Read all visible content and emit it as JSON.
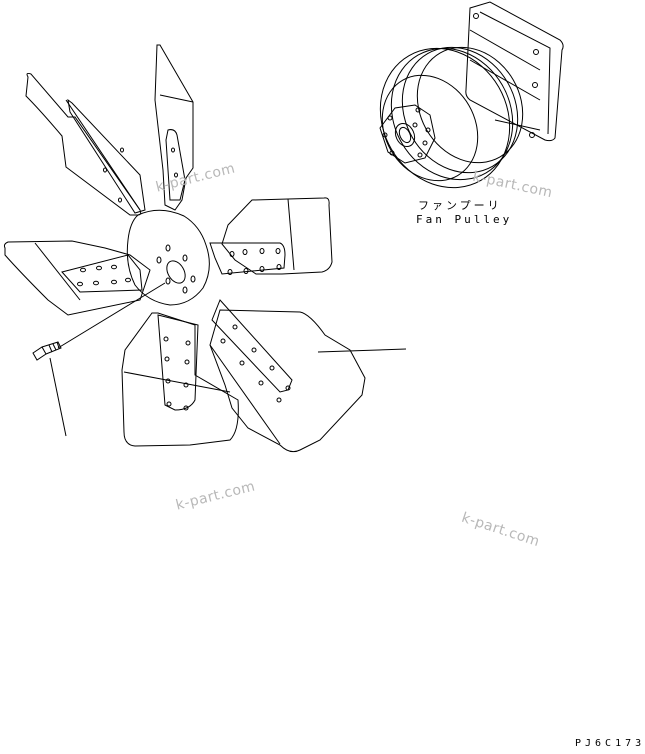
{
  "diagram": {
    "parts": [
      {
        "id": "fan",
        "label": ""
      },
      {
        "id": "bolt",
        "label": ""
      },
      {
        "id": "fan_pulley",
        "label_jp": "ファンプーリ",
        "label_en": "Fan Pulley"
      }
    ],
    "drawing_code": "PJ6C173",
    "watermarks": [
      "k-part.com",
      "k-part.com",
      "k-part.com",
      "k-part.com"
    ],
    "colors": {
      "line": "#000000",
      "watermark": "#b8b8b8",
      "background": "#ffffff"
    }
  }
}
